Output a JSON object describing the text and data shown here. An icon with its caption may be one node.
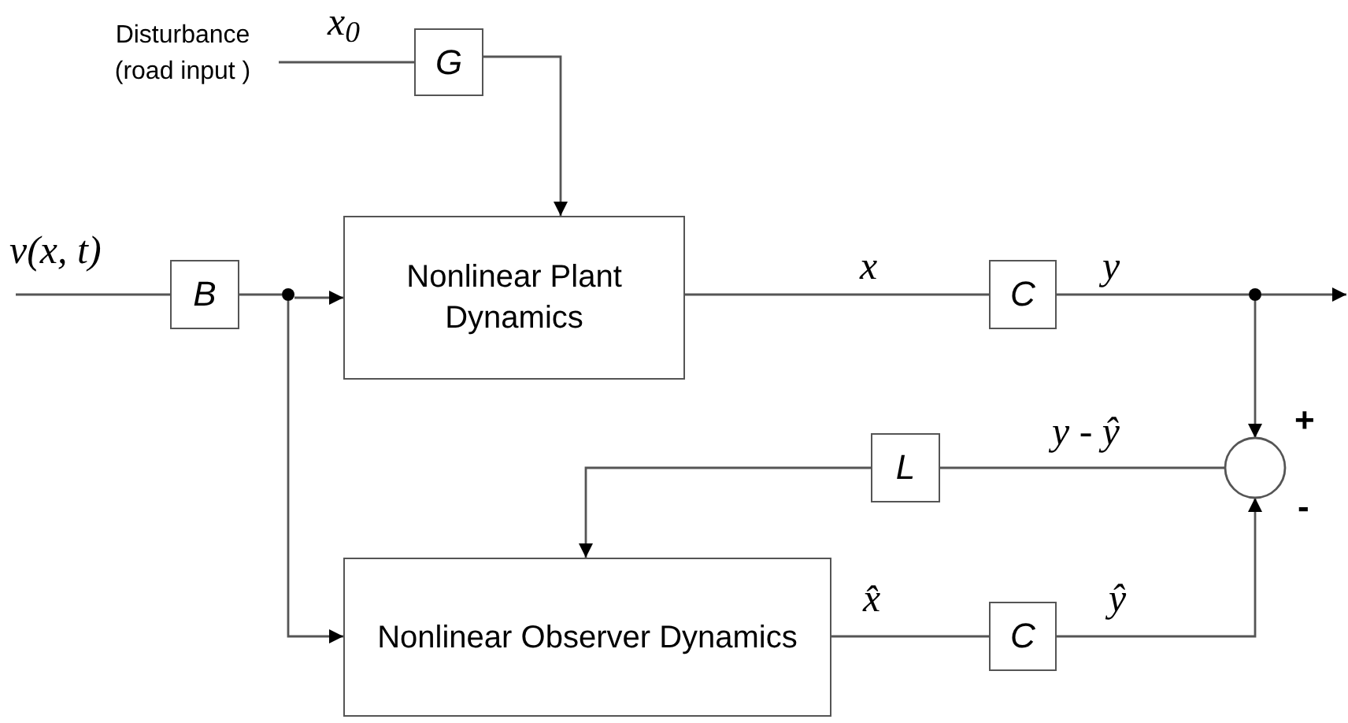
{
  "diagram": {
    "nodes": [
      {
        "text": [
          "Disturbance (road input )"
        ]
      },
      {
        "text": [
          "G"
        ]
      },
      {
        "text": [
          "B"
        ]
      },
      {
        "text": [
          "Nonlinear Plant Dynamics"
        ]
      },
      {
        "text": [
          "C"
        ]
      },
      {
        "text": [],
        "shape": "dot"
      },
      {
        "text": [],
        "shape": "circle"
      },
      {
        "text": [
          "L"
        ]
      },
      {
        "text": [
          "Nonlinear Observer Dynamics"
        ]
      },
      {
        "text": [
          "C"
        ]
      },
      {
        "text": [],
        "shape": "dot"
      }
    ],
    "edges": [
      {
        "from": 0,
        "to": 1,
        "arrow": "none",
        "label": "x$_{0}$"
      },
      {
        "from": 1,
        "to": 3,
        "arrow": "to"
      },
      {
        "from": null,
        "to": 2,
        "arrow": "none",
        "label": "v(x, t)"
      },
      {
        "from": 2,
        "to": 5,
        "arrow": "none"
      },
      {
        "from": 5,
        "to": 3,
        "arrow": "to"
      },
      {
        "from": 5,
        "to": 8,
        "arrow": "to"
      },
      {
        "from": 3,
        "to": 4,
        "arrow": "none",
        "label": "x"
      },
      {
        "from": 4,
        "to": 10,
        "arrow": "none",
        "label": "y"
      },
      {
        "from": 10,
        "to": null,
        "arrow": "to"
      },
      {
        "from": 10,
        "to": 6,
        "arrow": "to"
      },
      {
        "from": 6,
        "to": 7,
        "arrow": "none",
        "label": "y - ŷ"
      },
      {
        "from": 7,
        "to": 8,
        "arrow": "to"
      },
      {
        "from": 8,
        "to": 9,
        "arrow": "none",
        "label": "x̂"
      },
      {
        "from": 9,
        "to": 6,
        "arrow": "to",
        "label": "ŷ"
      }
    ],
    "labels": [
      "+",
      "-"
    ]
  }
}
